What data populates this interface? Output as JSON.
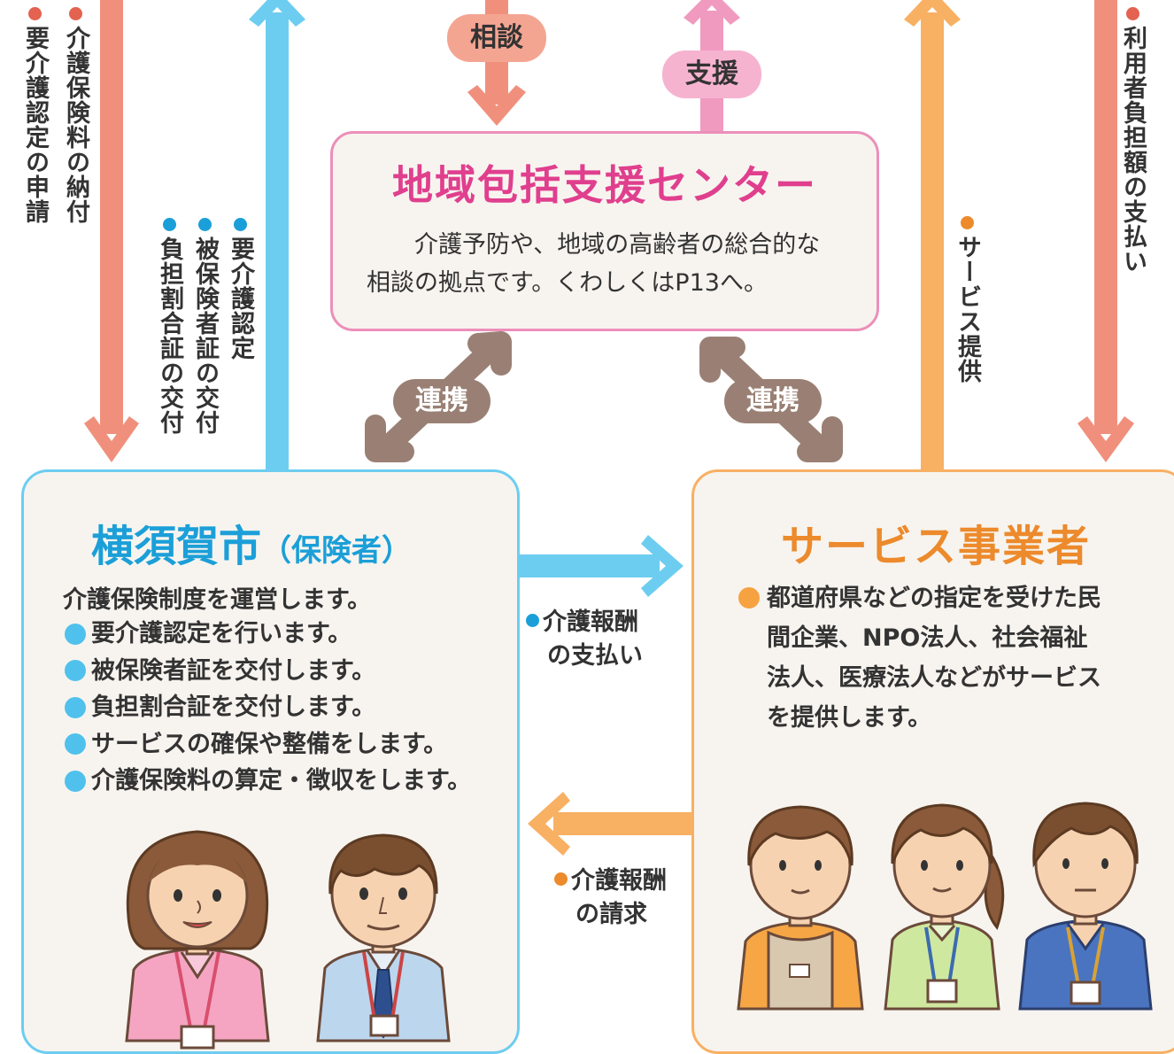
{
  "colors": {
    "salmon": "#f0907c",
    "blue": "#6dcdf0",
    "pink": "#f19ac0",
    "orange": "#f8b063",
    "brown": "#9a8074",
    "magenta": "#e03f8e",
    "orange_text": "#ec8a2c",
    "blue_text": "#1b9fd8",
    "panel_bg": "#f7f4ef"
  },
  "top_labels": {
    "consult": "相談",
    "support": "支援"
  },
  "vertical_labels": {
    "premium_payment": "介護保険料の納付",
    "certification_application": "要介護認定の申請",
    "certification": "要介護認定",
    "insurance_card": "被保険者証の交付",
    "burden_ratio_card": "負担割合証の交付",
    "service_provision": "サービス提供",
    "copayment": "利用者負担額の支払い"
  },
  "center": {
    "title": "地域包括支援センター",
    "description_line1": "介護予防や、地域の高齢者の総合的な",
    "description_line2": "相談の拠点です。くわしくはP13へ。"
  },
  "cooperation": {
    "left": "連携",
    "right": "連携"
  },
  "city": {
    "title": "横須賀市",
    "subtitle": "（保険者）",
    "intro": "介護保険制度を運営します。",
    "items": [
      "要介護認定を行います。",
      "被保険者証を交付します。",
      "負担割合証を交付します。",
      "サービスの確保や整備をします。",
      "介護保険料の算定・徴収をします。"
    ]
  },
  "provider": {
    "title": "サービス事業者",
    "desc_lines": [
      "都道府県などの指定を受けた民",
      "間企業、NPO法人、社会福祉",
      "法人、医療法人などがサービス",
      "を提供します。"
    ]
  },
  "payment": {
    "line1": "介護報酬",
    "line2": "の支払い"
  },
  "claim": {
    "line1": "介護報酬",
    "line2": "の請求"
  }
}
